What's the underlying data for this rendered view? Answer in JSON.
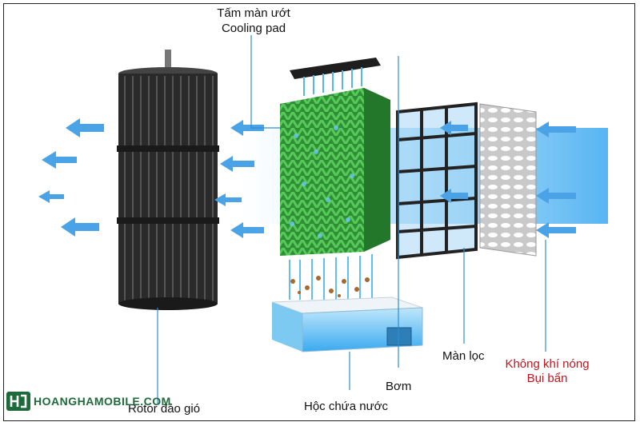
{
  "labels": {
    "cooling_pad_vi": "Tấm màn ướt",
    "cooling_pad_en": "Cooling pad",
    "filter": "Màn lọc",
    "hot_air": "Không khí nóng",
    "dust": "Bụi bẩn",
    "pump": "Bơm",
    "tank": "Hộc chứa nước",
    "rotor": "Rotor đảo gió"
  },
  "logo": {
    "text": "HOANGHAMOBILE.COM"
  },
  "colors": {
    "pad": "#2e9c36",
    "water": "#4fb8ee",
    "rotor": "#2a2a2a",
    "arrow": "#4aa3e6",
    "logo": "#1d6b3a",
    "hot_label": "#c0161d"
  }
}
